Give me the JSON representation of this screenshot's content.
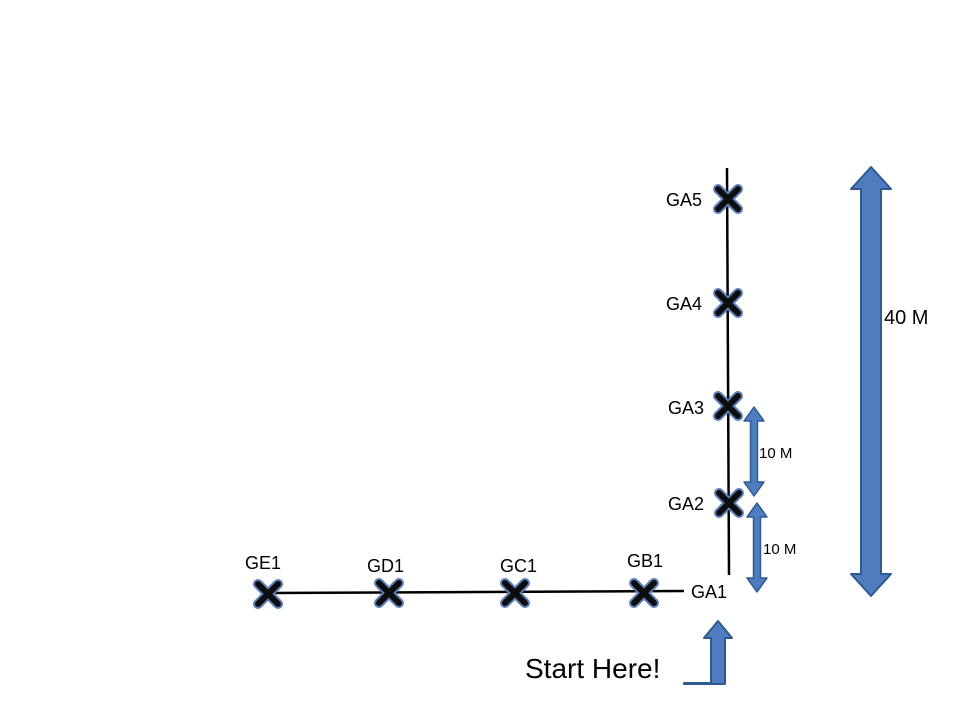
{
  "diagram": {
    "points": {
      "ga1": "GA1",
      "ga2": "GA2",
      "ga3": "GA3",
      "ga4": "GA4",
      "ga5": "GA5",
      "gb1": "GB1",
      "gc1": "GC1",
      "gd1": "GD1",
      "ge1": "GE1"
    },
    "dimensions": {
      "segment_1": "10 M",
      "segment_2": "10 M",
      "total": "40 M"
    },
    "start_label": "Start Here!",
    "colors": {
      "arrow_fill": "#4f7cbf",
      "arrow_stroke": "#2e5a8f",
      "marker_fill": "#0d0d0d",
      "marker_outline": "#5a7fb8",
      "line": "#000000"
    }
  }
}
